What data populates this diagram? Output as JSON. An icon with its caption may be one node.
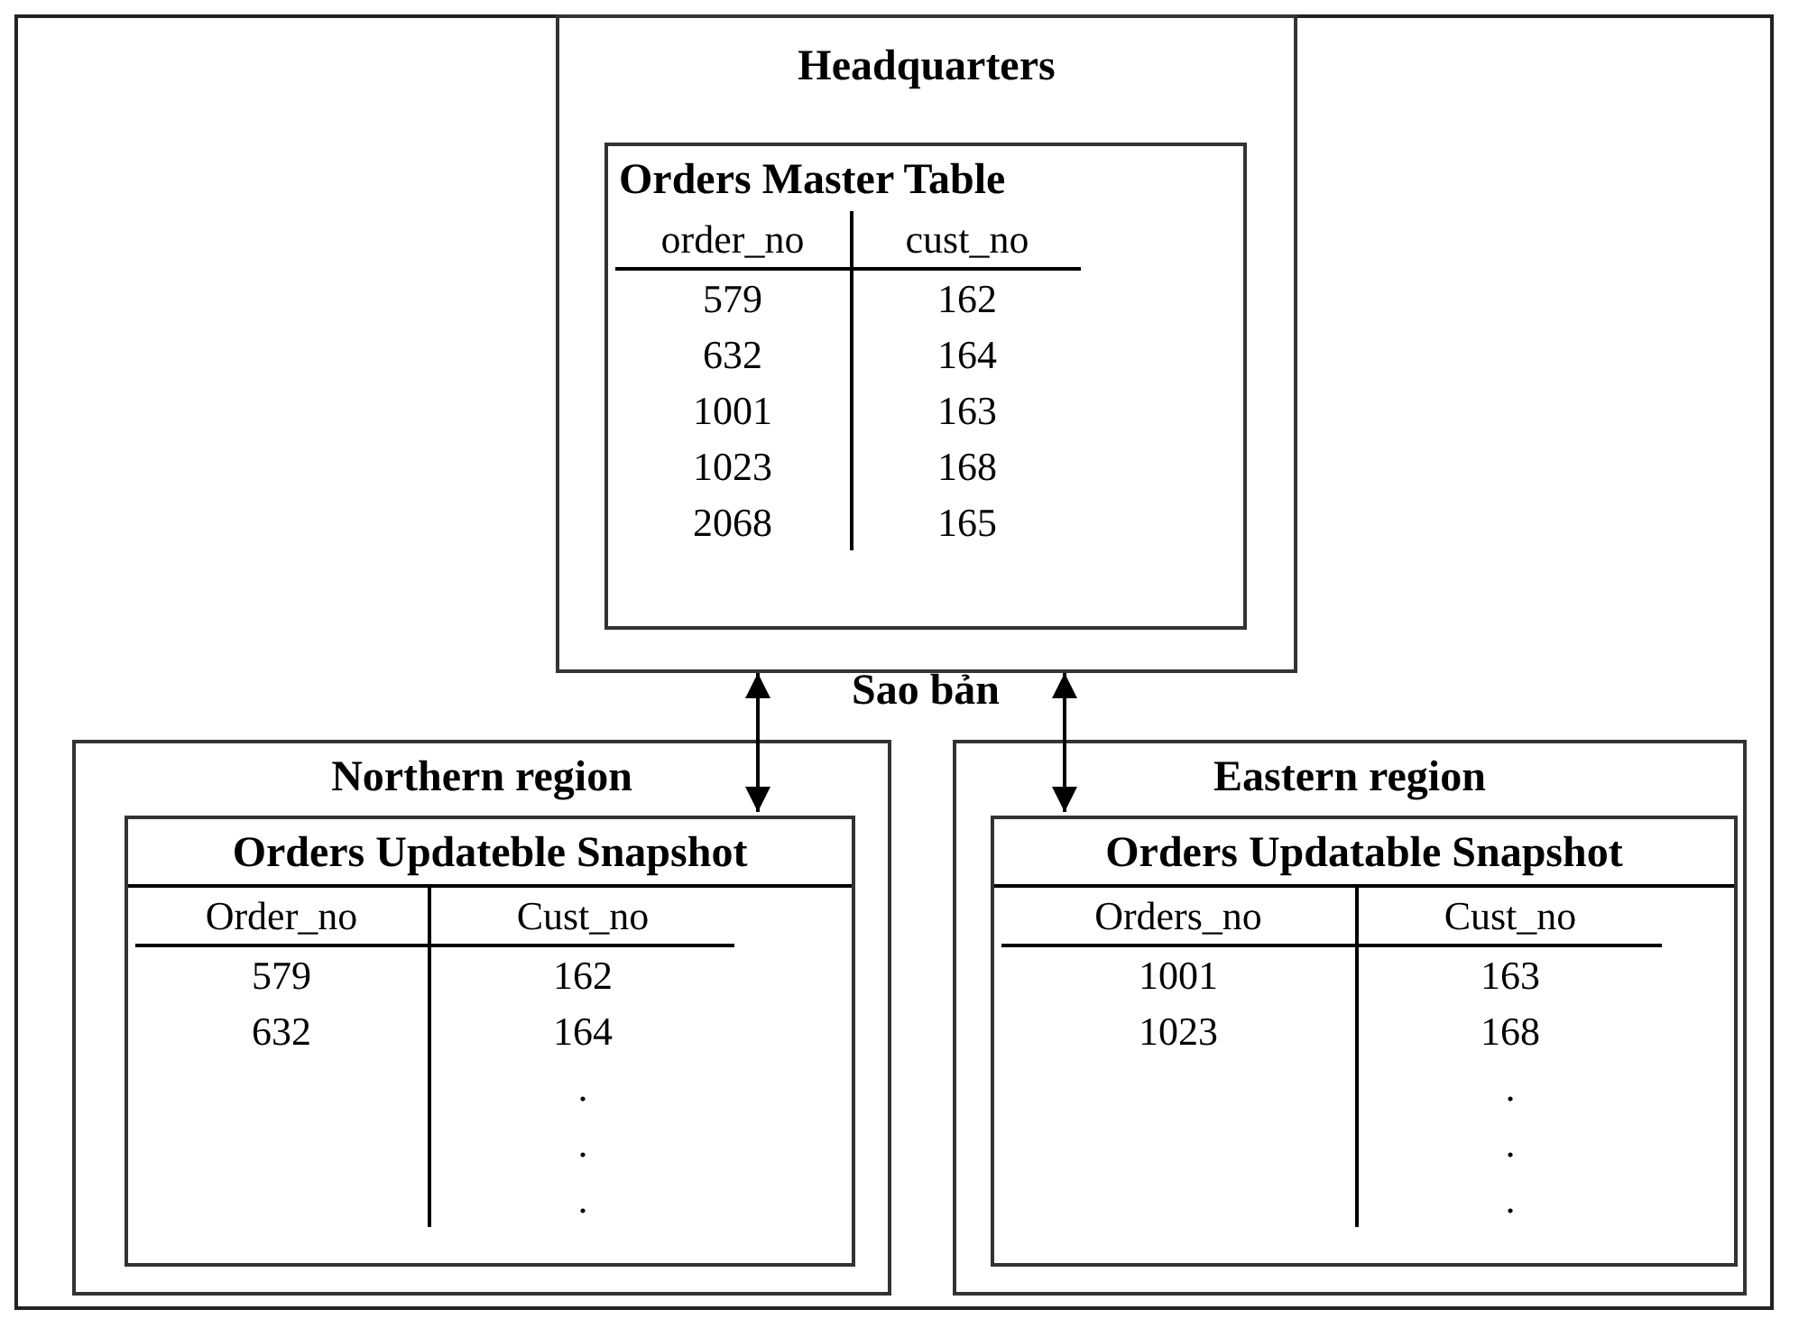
{
  "diagram": {
    "nodes": [
      {
        "text": [
          "Headquarters"
        ]
      },
      {
        "text": [
          "Orders Master Table",
          "order_no",
          "cust_no",
          "579",
          "162",
          "632",
          "164",
          "1001",
          "163",
          "1023",
          "168",
          "2068",
          "165"
        ],
        "in": 0
      },
      {
        "text": [
          "Northern region"
        ]
      },
      {
        "text": [
          "Orders Updateble Snapshot",
          "Order_no",
          "Cust_no",
          "579",
          "162",
          "632",
          "164",
          ".",
          ".",
          "."
        ],
        "in": 2
      },
      {
        "text": [
          "Eastern region"
        ]
      },
      {
        "text": [
          "Orders Updatable Snapshot",
          "Orders_no",
          "Cust_no",
          "1001",
          "163",
          "1023",
          "168",
          ".",
          ".",
          "."
        ],
        "in": 4
      }
    ],
    "edges": [
      {
        "from": 0,
        "to": 3,
        "arrow": "both"
      },
      {
        "from": 0,
        "to": 5,
        "arrow": "both"
      }
    ],
    "labels": [
      "Sao bản"
    ]
  }
}
